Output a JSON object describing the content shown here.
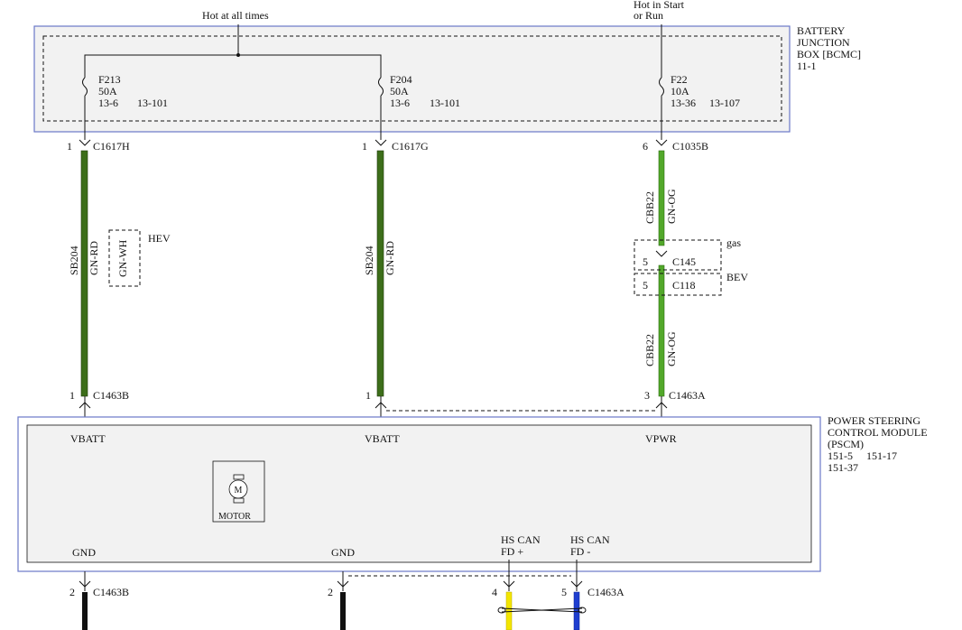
{
  "supply": {
    "hot_all_times": "Hot at all times",
    "hot_start_run_1": "Hot in Start",
    "hot_start_run_2": "or Run"
  },
  "bjb": {
    "title_1": "BATTERY",
    "title_2": "JUNCTION",
    "title_3": "BOX [BCMC]",
    "ref": "11-1",
    "fuses": [
      {
        "name": "F213",
        "rating": "50A",
        "ref1": "13-6",
        "ref2": "13-101"
      },
      {
        "name": "F204",
        "rating": "50A",
        "ref1": "13-6",
        "ref2": "13-101"
      },
      {
        "name": "F22",
        "rating": "10A",
        "ref1": "13-36",
        "ref2": "13-107"
      }
    ]
  },
  "connectors": {
    "c1617h": {
      "pin": "1",
      "name": "C1617H"
    },
    "c1617g": {
      "pin": "1",
      "name": "C1617G"
    },
    "c1035b": {
      "pin": "6",
      "name": "C1035B"
    },
    "c145": {
      "pin": "5",
      "name": "C145"
    },
    "c118": {
      "pin": "5",
      "name": "C118"
    },
    "c1463b_top": {
      "pin": "1",
      "name": "C1463B"
    },
    "c1463_mid": {
      "pin": "1"
    },
    "c1463a_top": {
      "pin": "3",
      "name": "C1463A"
    },
    "c1463b_bot": {
      "pin": "2",
      "name": "C1463B"
    },
    "gnd2": {
      "pin": "2"
    },
    "can_hi": {
      "pin": "4"
    },
    "c1463a_bot": {
      "pin": "5",
      "name": "C1463A"
    }
  },
  "wires": {
    "w1_circuit": "SB204",
    "w1_color": "GN-RD",
    "hev_color": "GN-WH",
    "hev_label": "HEV",
    "w2_circuit": "SB204",
    "w2_color": "GN-RD",
    "w3_circuit": "CBB22",
    "w3_color": "GN-OG",
    "w4_circuit": "CBB22",
    "w4_color": "GN-OG",
    "gas_label": "gas",
    "bev_label": "BEV"
  },
  "pscm": {
    "title_1": "POWER STEERING",
    "title_2": "CONTROL MODULE",
    "title_3": "(PSCM)",
    "ref_1a": "151-5",
    "ref_1b": "151-17",
    "ref_2": "151-37",
    "pins": {
      "vbatt1": "VBATT",
      "vbatt2": "VBATT",
      "vpwr": "VPWR",
      "gnd1": "GND",
      "gnd2": "GND",
      "can_hi_1": "HS CAN",
      "can_hi_2": "FD +",
      "can_lo_1": "HS CAN",
      "can_lo_2": "FD -"
    },
    "motor_label": "MOTOR"
  },
  "colors": {
    "box_border": "#6a78c8",
    "box_fill": "#f2f2f2",
    "wire_green": "#3d6e1a",
    "wire_green_light": "#52a82a",
    "wire_black": "#111111",
    "wire_yellow": "#f3e600",
    "wire_blue": "#1f3fd0"
  }
}
